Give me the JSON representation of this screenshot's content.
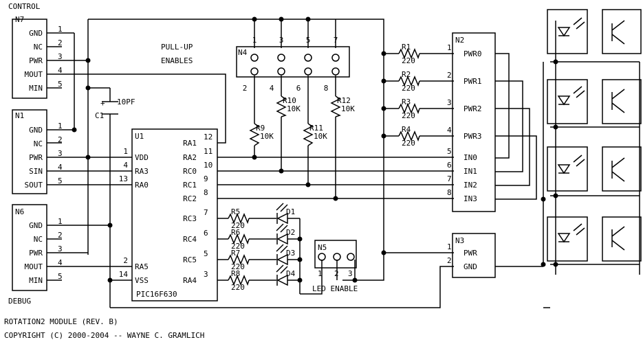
{
  "connectors": {
    "n7": {
      "ref": "N7",
      "title": "CONTROL",
      "pins": [
        {
          "name": "GND",
          "num": "1"
        },
        {
          "name": "NC",
          "num": "2"
        },
        {
          "name": "PWR",
          "num": "3"
        },
        {
          "name": "MOUT",
          "num": "4"
        },
        {
          "name": "MIN",
          "num": "5"
        }
      ]
    },
    "n1": {
      "ref": "N1",
      "pins": [
        {
          "name": "GND",
          "num": "1"
        },
        {
          "name": "NC",
          "num": "2"
        },
        {
          "name": "PWR",
          "num": "3"
        },
        {
          "name": "SIN",
          "num": "4"
        },
        {
          "name": "SOUT",
          "num": "5"
        }
      ]
    },
    "n6": {
      "ref": "N6",
      "title": "DEBUG",
      "pins": [
        {
          "name": "GND",
          "num": "1"
        },
        {
          "name": "NC",
          "num": "2"
        },
        {
          "name": "PWR",
          "num": "3"
        },
        {
          "name": "MOUT",
          "num": "4"
        },
        {
          "name": "MIN",
          "num": "5"
        }
      ]
    },
    "n2": {
      "ref": "N2",
      "pins": [
        {
          "name": "PWR0",
          "num": "1"
        },
        {
          "name": "PWR1",
          "num": "2"
        },
        {
          "name": "PWR2",
          "num": "3"
        },
        {
          "name": "PWR3",
          "num": "4"
        },
        {
          "name": "IN0",
          "num": "5"
        },
        {
          "name": "IN1",
          "num": "6"
        },
        {
          "name": "IN2",
          "num": "7"
        },
        {
          "name": "IN3",
          "num": "8"
        }
      ]
    },
    "n3": {
      "ref": "N3",
      "pins": [
        {
          "name": "PWR",
          "num": "1"
        },
        {
          "name": "GND",
          "num": "2"
        }
      ]
    }
  },
  "u1": {
    "ref": "U1",
    "part": "PIC16F630",
    "left_pins": [
      {
        "name": "VDD",
        "num": "1"
      },
      {
        "name": "RA3",
        "num": "4"
      },
      {
        "name": "RA0",
        "num": "13"
      },
      {
        "name": "RA5",
        "num": "2"
      },
      {
        "name": "VSS",
        "num": "14"
      }
    ],
    "right_pins": [
      {
        "name": "RA1",
        "num": "12"
      },
      {
        "name": "RA2",
        "num": "11"
      },
      {
        "name": "RC0",
        "num": "10"
      },
      {
        "name": "RC1",
        "num": "9"
      },
      {
        "name": "RC2",
        "num": "8"
      },
      {
        "name": "RC3",
        "num": "7"
      },
      {
        "name": "RC4",
        "num": "6"
      },
      {
        "name": "RC5",
        "num": "5"
      },
      {
        "name": "RA4",
        "num": "3"
      }
    ]
  },
  "n4": {
    "ref": "N4",
    "title_line1": "PULL-UP",
    "title_line2": "ENABLES",
    "top_pins": [
      "1",
      "3",
      "5",
      "7"
    ],
    "bottom_pins": [
      "2",
      "4",
      "6",
      "8"
    ]
  },
  "n5": {
    "ref": "N5",
    "pins": [
      "1",
      "2",
      "3"
    ],
    "title": "LED ENABLE"
  },
  "capacitor": {
    "ref": "C1",
    "value": "10PF",
    "plus": "+"
  },
  "pullups": [
    {
      "ref": "R9",
      "value": "10K"
    },
    {
      "ref": "R10",
      "value": "10K"
    },
    {
      "ref": "R11",
      "value": "10K"
    },
    {
      "ref": "R12",
      "value": "10K"
    }
  ],
  "series_resistors": [
    {
      "ref": "R1",
      "value": "220"
    },
    {
      "ref": "R2",
      "value": "220"
    },
    {
      "ref": "R3",
      "value": "220"
    },
    {
      "ref": "R4",
      "value": "220"
    }
  ],
  "led_resistors": [
    {
      "ref": "R5",
      "value": "220"
    },
    {
      "ref": "R6",
      "value": "220"
    },
    {
      "ref": "R7",
      "value": "220"
    },
    {
      "ref": "R8",
      "value": "220"
    }
  ],
  "leds": [
    "D1",
    "D2",
    "D3",
    "D4"
  ],
  "footer": {
    "line1": "ROTATION2 MODULE (REV. B)",
    "line2": "COPYRIGHT (C) 2000-2004 -- WAYNE C. GRAMLICH"
  }
}
